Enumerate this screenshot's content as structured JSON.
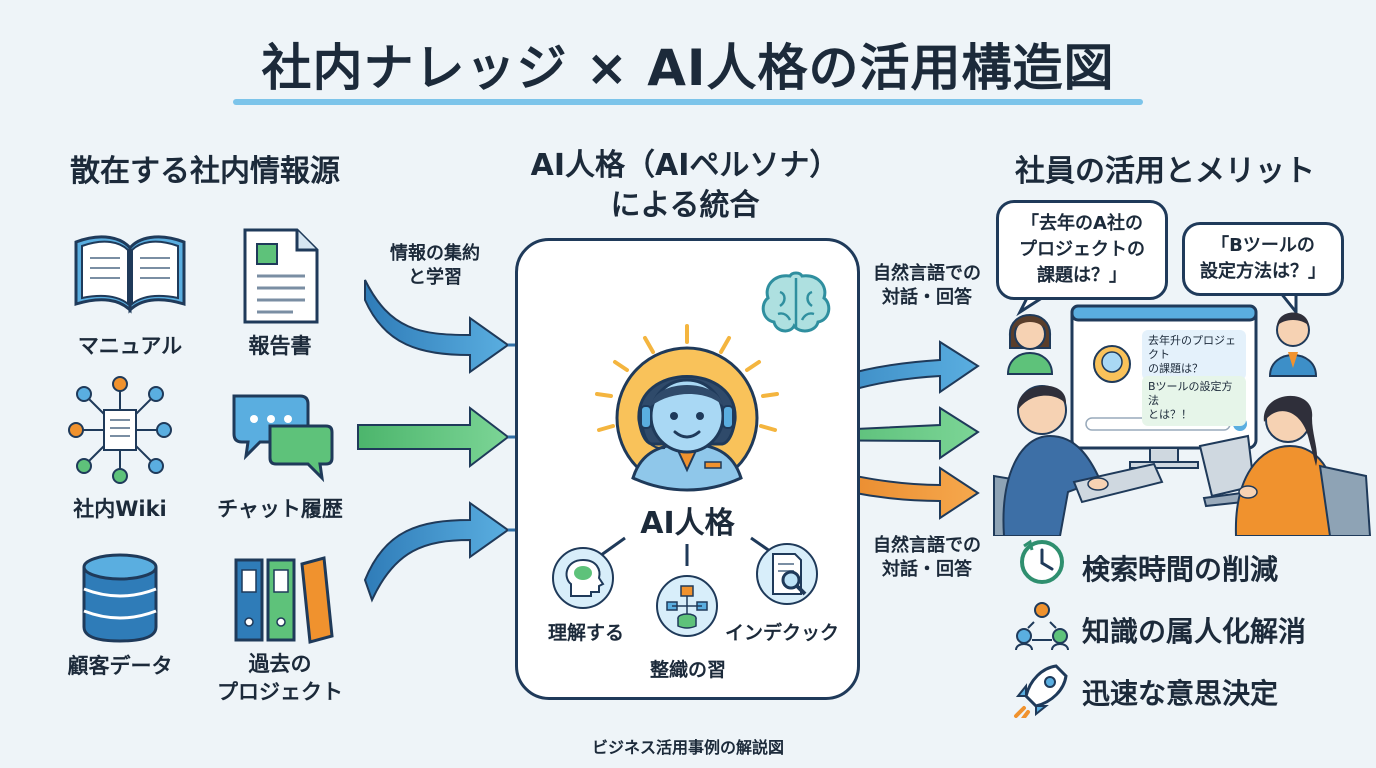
{
  "title": "社内ナレッジ × AI人格の活用構造図",
  "left": {
    "heading": "散在する社内情報源",
    "sources": [
      {
        "label": "マニュアル",
        "icon": "book-icon"
      },
      {
        "label": "報告書",
        "icon": "document-icon"
      },
      {
        "label": "社内Wiki",
        "icon": "network-document-icon"
      },
      {
        "label": "チャット履歴",
        "icon": "chat-bubbles-icon"
      },
      {
        "label": "顧客データ",
        "icon": "database-icon"
      },
      {
        "label_line1": "過去の",
        "label_line2": "プロジェクト",
        "icon": "binders-icon"
      }
    ],
    "flow_label_line1": "情報の集約",
    "flow_label_line2": "と学習"
  },
  "center": {
    "heading_line1": "AI人格（AIペルソナ）",
    "heading_line2": "による統合",
    "persona_label": "AI人格",
    "functions": [
      {
        "label": "理解する",
        "icon": "head-brain-icon"
      },
      {
        "label": "整織の習",
        "icon": "structure-database-icon"
      },
      {
        "label": "インデクック",
        "icon": "document-search-icon"
      }
    ]
  },
  "right": {
    "heading": "社員の活用とメリット",
    "flow_label_top_line1": "自然言語での",
    "flow_label_top_line2": "対話・回答",
    "flow_label_bottom_line1": "自然言語での",
    "flow_label_bottom_line2": "対話・回答",
    "bubble1_line1": "「去年のA社の",
    "bubble1_line2": "プロジェクトの",
    "bubble1_line3": "課題は？」",
    "bubble2_line1": "「Bツールの",
    "bubble2_line2": "設定方法は？」",
    "screen_msg1_line1": "去年升のプロジェクト",
    "screen_msg1_line2": "の課題は？",
    "screen_msg2_line1": "Bツールの設定方法",
    "screen_msg2_line2": "とは？！",
    "benefits": [
      {
        "label": "検索時間の削減",
        "icon": "clock-icon"
      },
      {
        "label": "知識の属人化解消",
        "icon": "people-sharing-icon"
      },
      {
        "label": "迅速な意思決定",
        "icon": "rocket-icon"
      }
    ]
  },
  "footer": "ビジネス活用事例の解説図",
  "colors": {
    "blue": "#3d8fc8",
    "green": "#5ec27a",
    "orange": "#f0922e",
    "navy": "#1f3a5a",
    "accent_line": "#7cc4ea"
  }
}
